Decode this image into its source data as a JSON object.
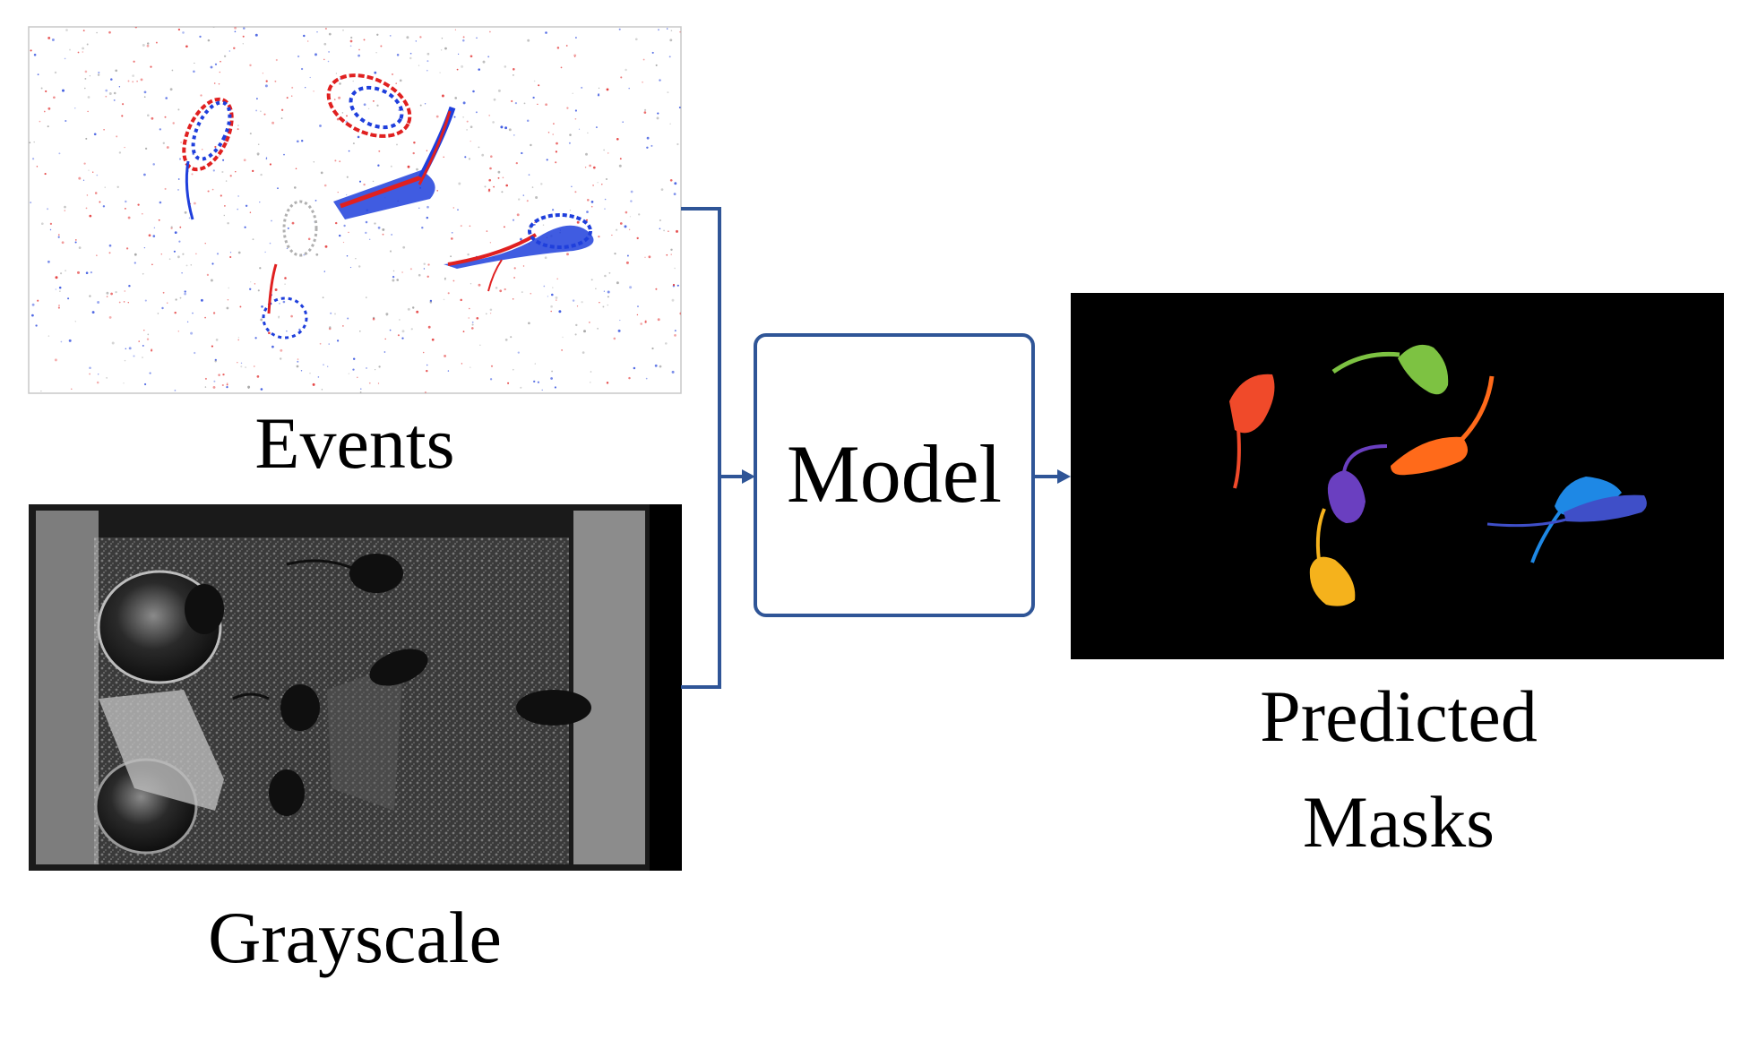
{
  "labels": {
    "events": "Events",
    "grayscale": "Grayscale",
    "model": "Model",
    "predicted_line1": "Predicted",
    "predicted_line2": "Masks"
  },
  "colors": {
    "connector": "#2f5597",
    "event_positive": "#e02020",
    "event_negative": "#1f3fdc",
    "mask_background": "#000000",
    "mask_red": "#f04a2a",
    "mask_green": "#7dc242",
    "mask_orange": "#ff6a1a",
    "mask_purple": "#6a3fc0",
    "mask_yellow": "#f5b21c",
    "mask_blue_light": "#1e88e5",
    "mask_blue_dark": "#3f4fc8"
  }
}
